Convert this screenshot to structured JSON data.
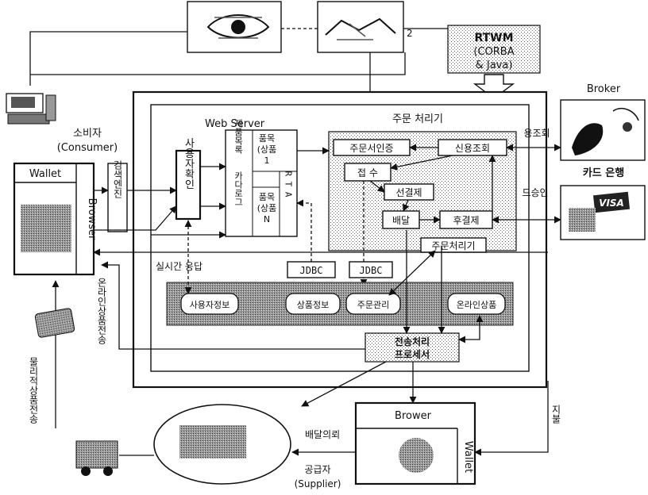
{
  "title": {
    "rtwm_line1": "RTWM",
    "rtwm_line2": "(CORBA",
    "rtwm_line3": "& Java)"
  },
  "consumer": {
    "label_ko": "소비자",
    "label_en": "(Consumer)",
    "wallet": "Wallet",
    "browser": "Browser"
  },
  "web_server": {
    "title": "Web Server",
    "search_engine": "검색엔진",
    "user_check": "사용자확인",
    "catalog_a": "제품목록",
    "catalog_b": "카다로그",
    "item1_top": "품목",
    "item1_mid": "(상품",
    "item1_bot": "1",
    "item2_top": "품목",
    "item2_mid": "(상품",
    "item2_bot": "N",
    "rt_a": "R T A"
  },
  "order_system": {
    "title": "주문 처리기",
    "order_auth": "주문서인증",
    "credit_check": "신용조회",
    "receive": "접 수",
    "prepay": "선결제",
    "delivery": "배달",
    "postpay": "후결제",
    "order_proc": "주문처리기"
  },
  "database": {
    "jdbc1": "JDBC",
    "jdbc2": "JDBC",
    "user_info": "사용자정보",
    "product_info": "상품정보",
    "order_mgmt": "주문관리",
    "online_goods": "온라인상품"
  },
  "transfer": {
    "line1": "전송처리",
    "line2": "프로세서"
  },
  "labels": {
    "realtime_response": "실시간 응답",
    "online_transfer": "온라인상품전송",
    "physical_transfer": "물리적상품전송",
    "delivery_request": "배달의뢰",
    "credit_inquiry": "용조회",
    "card_approval": "드승인",
    "payment": "지불"
  },
  "broker": {
    "label": "Broker"
  },
  "card_bank": {
    "label": "카드 은행",
    "visa": "VISA"
  },
  "supplier": {
    "label_ko": "공급자",
    "label_en": "(Supplier)",
    "browser": "Brower",
    "wallet": "Wallet"
  },
  "misc": {
    "note": "2"
  }
}
